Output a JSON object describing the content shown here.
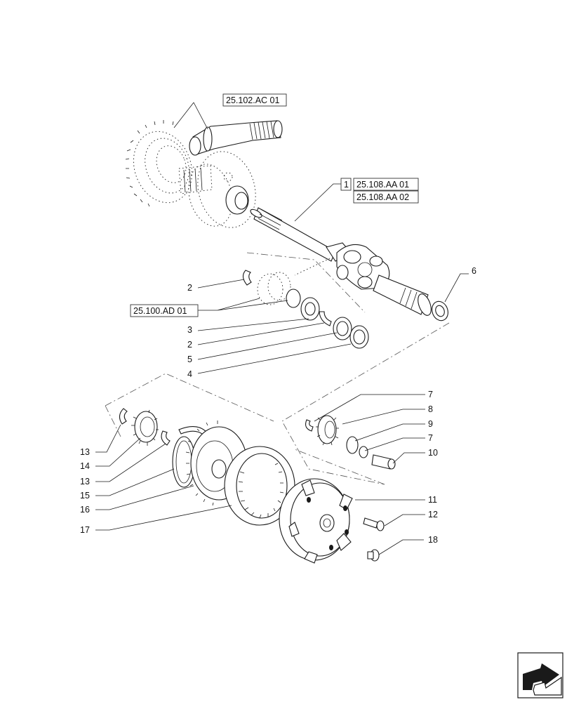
{
  "references": {
    "ref_25_102_ac_01": "25.102.AC 01",
    "ref_1": "1",
    "ref_25_108_aa_01": "25.108.AA 01",
    "ref_25_108_aa_02": "25.108.AA 02",
    "ref_25_100_ad_01": "25.100.AD 01"
  },
  "labels": {
    "c2a": "2",
    "c3": "3",
    "c2b": "2",
    "c5": "5",
    "c4": "4",
    "c6": "6",
    "c7a": "7",
    "c8": "8",
    "c9": "9",
    "c7b": "7",
    "c10": "10",
    "c11": "11",
    "c12": "12",
    "c18": "18",
    "c13a": "13",
    "c14": "14",
    "c13b": "13",
    "c15": "15",
    "c16": "16",
    "c17": "17"
  },
  "icons": {
    "nav": "next-page-arrow-icon"
  }
}
